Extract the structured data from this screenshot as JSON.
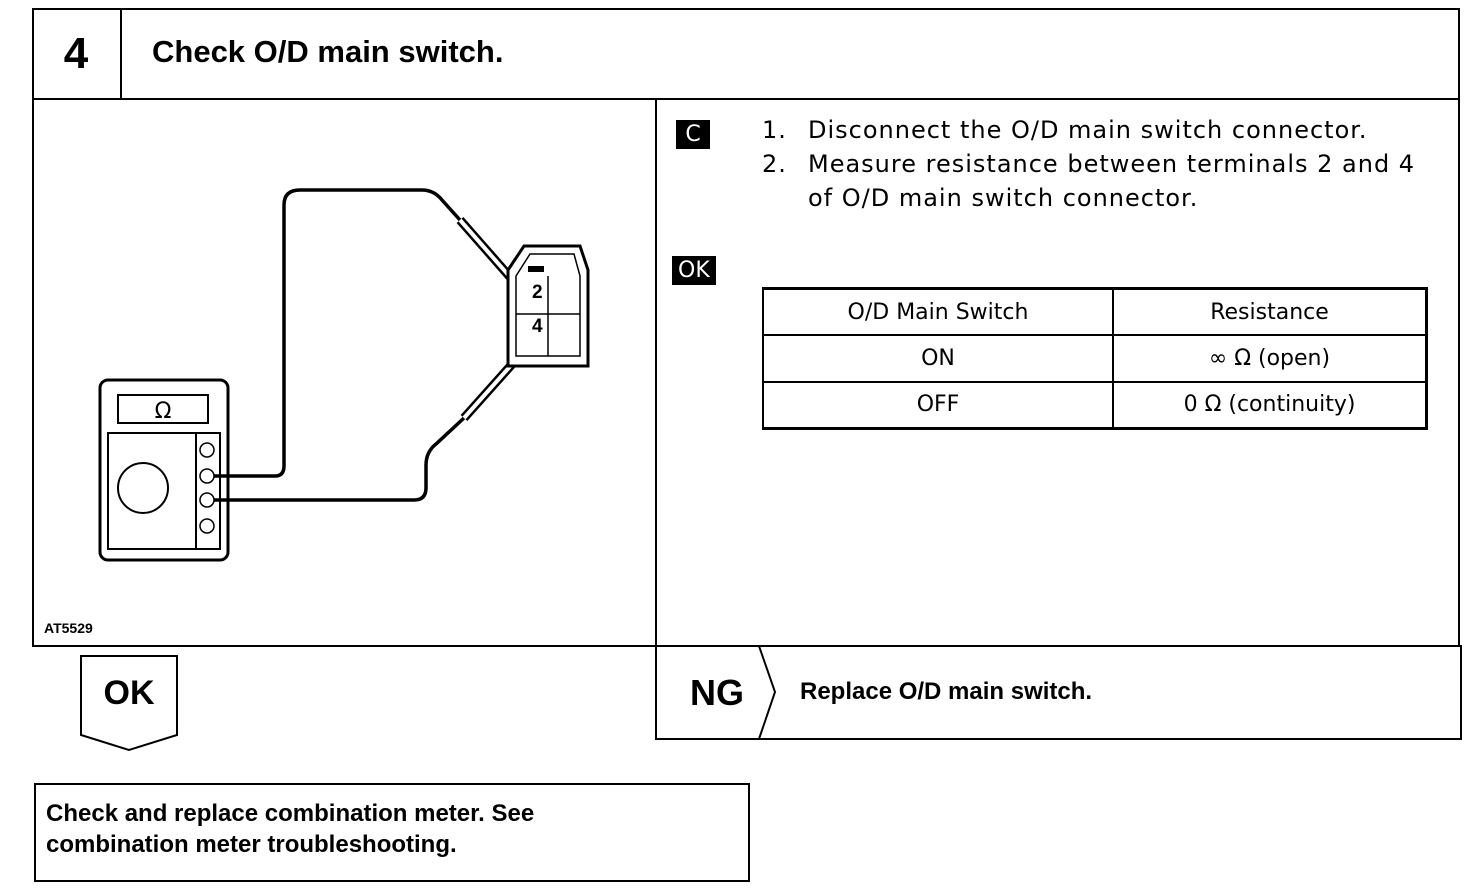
{
  "step": {
    "number": "4",
    "title": "Check O/D main switch."
  },
  "figure": {
    "code": "AT5529",
    "meter_symbol": "Ω",
    "terminal_a": "2",
    "terminal_b": "4"
  },
  "procedure": {
    "badge": "C",
    "steps": [
      {
        "num": "1.",
        "lines": [
          "Disconnect the O/D main switch connector."
        ]
      },
      {
        "num": "2.",
        "lines": [
          "Measure resistance between terminals 2 and 4",
          "of O/D main switch connector."
        ]
      }
    ]
  },
  "spec": {
    "badge": "OK",
    "headers": [
      "O/D Main Switch",
      "Resistance"
    ],
    "rows": [
      [
        "ON",
        "∞ Ω (open)"
      ],
      [
        "OFF",
        "0 Ω (continuity)"
      ]
    ]
  },
  "ng": {
    "label": "NG",
    "action": "Replace O/D main switch."
  },
  "ok": {
    "label": "OK",
    "action_lines": [
      "Check and replace combination meter. See",
      "combination meter troubleshooting."
    ]
  }
}
